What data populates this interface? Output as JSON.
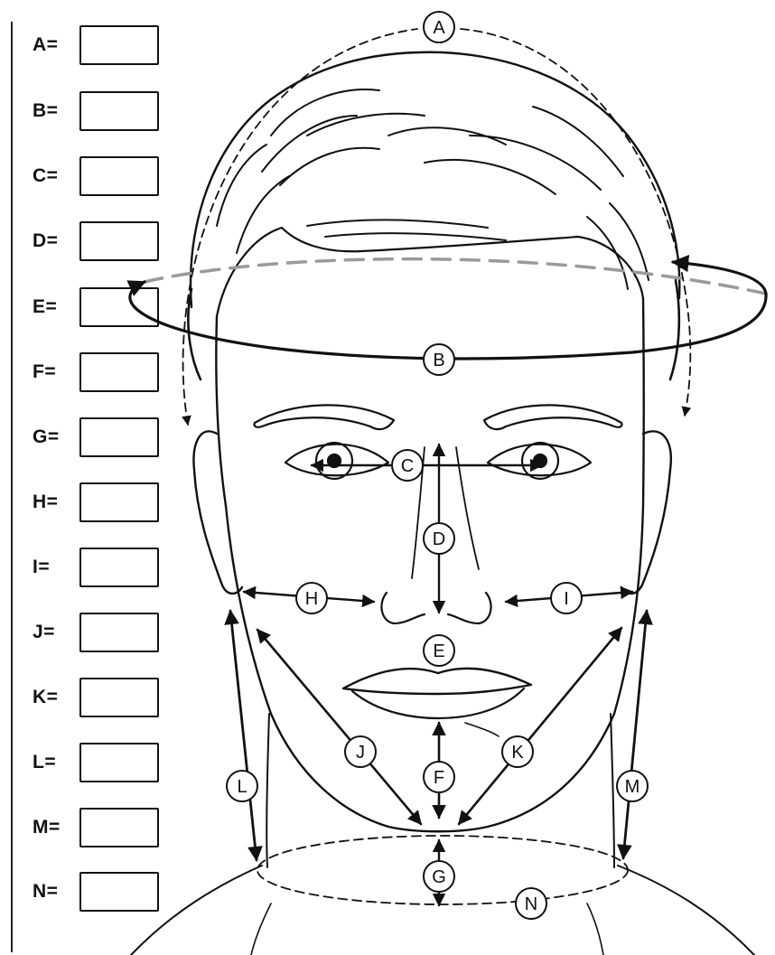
{
  "measurements": [
    {
      "label": "A=",
      "value": ""
    },
    {
      "label": "B=",
      "value": ""
    },
    {
      "label": "C=",
      "value": ""
    },
    {
      "label": "D=",
      "value": ""
    },
    {
      "label": "E=",
      "value": ""
    },
    {
      "label": "F=",
      "value": ""
    },
    {
      "label": "G=",
      "value": ""
    },
    {
      "label": "H=",
      "value": ""
    },
    {
      "label": "I=",
      "value": ""
    },
    {
      "label": "J=",
      "value": ""
    },
    {
      "label": "K=",
      "value": ""
    },
    {
      "label": "L=",
      "value": ""
    },
    {
      "label": "M=",
      "value": ""
    },
    {
      "label": "N=",
      "value": ""
    }
  ],
  "markers": [
    "A",
    "B",
    "C",
    "D",
    "E",
    "F",
    "G",
    "H",
    "I",
    "J",
    "K",
    "L",
    "M",
    "N"
  ],
  "colors": {
    "ink": "#111111",
    "background": "#ffffff",
    "faded": "#9a9a9a"
  }
}
